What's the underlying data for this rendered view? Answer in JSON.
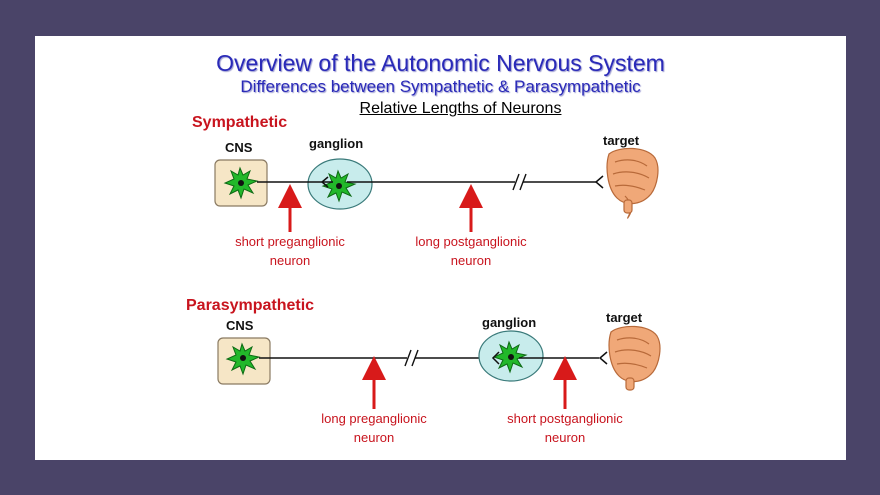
{
  "titles": {
    "main": "Overview of the Autonomic Nervous System",
    "sub": "Differences between Sympathetic & Parasympathetic",
    "relative": "Relative Lengths of Neurons"
  },
  "sympathetic": {
    "heading": "Sympathetic",
    "cns_label": "CNS",
    "ganglion_label": "ganglion",
    "target_label": "target",
    "pre_caption": [
      "short preganglionic",
      "neuron"
    ],
    "post_caption": [
      "long postganglionic",
      "neuron"
    ]
  },
  "parasympathetic": {
    "heading": "Parasympathetic",
    "cns_label": "CNS",
    "ganglion_label": "ganglion",
    "target_label": "target",
    "pre_caption": [
      "long preganglionic",
      "neuron"
    ],
    "post_caption": [
      "short  postganglionic",
      "neuron"
    ]
  },
  "colors": {
    "background": "#4a4468",
    "title_blue": "#2a2ab8",
    "label_red": "#c8141e",
    "cns_fill": "#f6e6c6",
    "ganglion_fill": "#c8ecec",
    "neuron_green": "#22b82a",
    "intestine": "#f0a878"
  }
}
